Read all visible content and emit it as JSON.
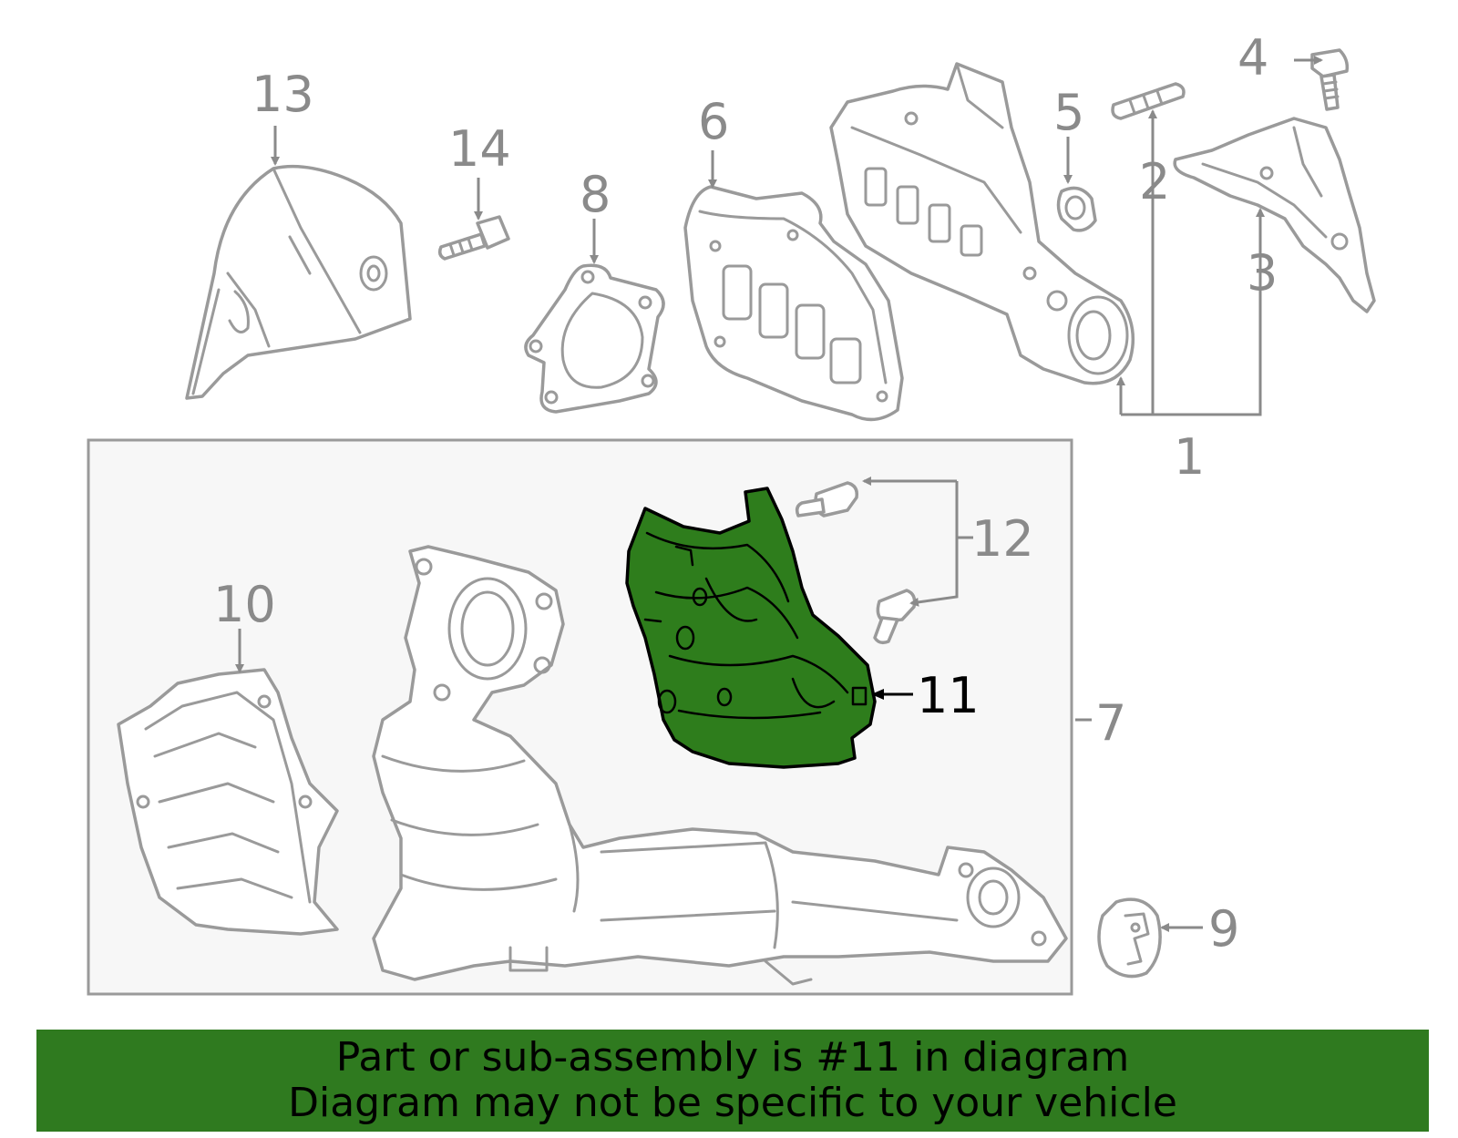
{
  "callouts": {
    "c1": "1",
    "c2": "2",
    "c3": "3",
    "c4": "4",
    "c5": "5",
    "c6": "6",
    "c7": "7",
    "c8": "8",
    "c9": "9",
    "c10": "10",
    "c11": "11",
    "c12": "12",
    "c13": "13",
    "c14": "14"
  },
  "highlight": {
    "part": "11",
    "color": "#2e7d1c"
  },
  "footer": {
    "line1": "Part or sub-assembly is #11 in diagram",
    "line2": "Diagram may not be specific to your vehicle",
    "background": "#2f7a1f"
  }
}
